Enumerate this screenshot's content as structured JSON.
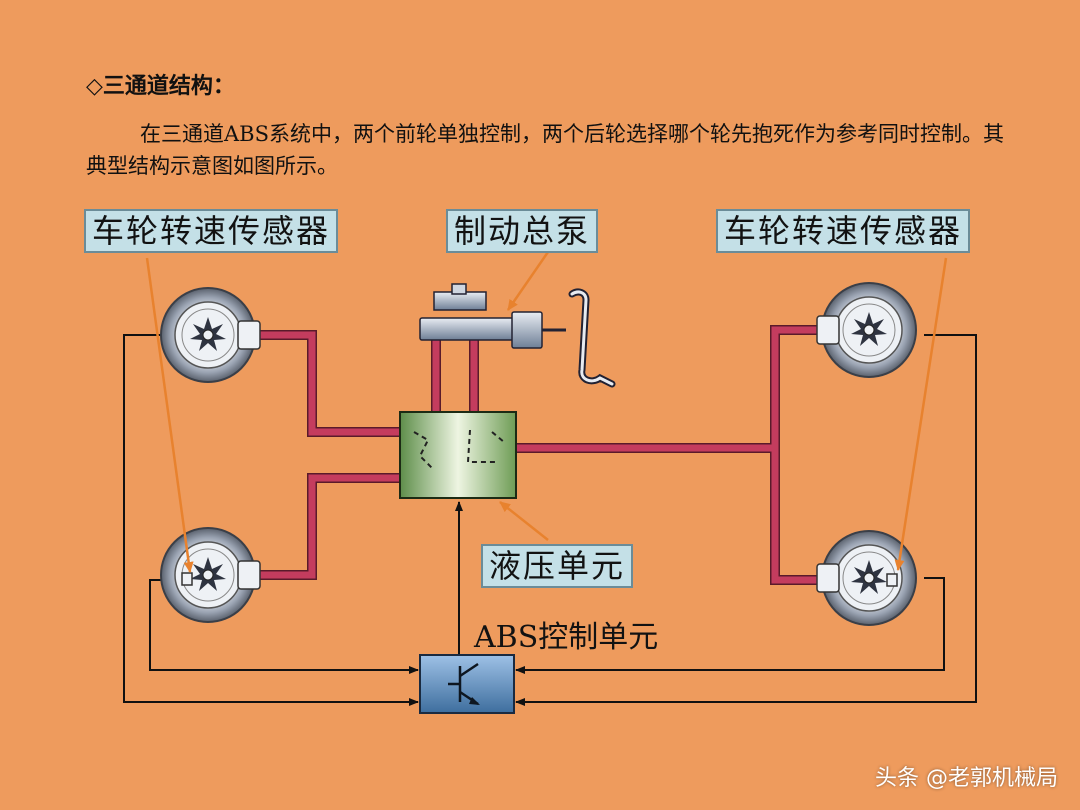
{
  "heading": "◇三通道结构：",
  "paragraph": "在三通道ABS系统中，两个前轮单独控制，两个后轮选择哪个轮先抱死作为参考同时控制。其典型结构示意图如图所示。",
  "labels": {
    "sensor_left": "车轮转速传感器",
    "master_cylinder": "制动总泵",
    "sensor_right": "车轮转速传感器",
    "hydraulic_unit": "液压单元",
    "abs_control_unit": "ABS控制单元"
  },
  "watermark": "头条 @老郭机械局",
  "colors": {
    "background": "#EE9B5D",
    "brake_line": "#C43C5E",
    "label_bg": "#C4E0E7",
    "hydraulic_unit": "#B4D49A",
    "control_unit": "#4E7FAE",
    "arrow": "#E8822E"
  }
}
